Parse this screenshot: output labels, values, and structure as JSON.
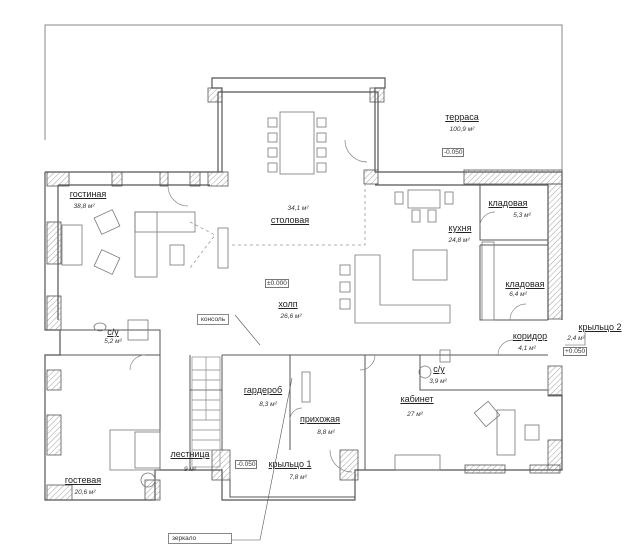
{
  "rooms": [
    {
      "name": "терраса",
      "area": "100,9 м²"
    },
    {
      "name": "гостиная",
      "area": "38,8 м²"
    },
    {
      "name": "столовая",
      "area": "34,1 м²"
    },
    {
      "name": "кухня",
      "area": "24,8 м²"
    },
    {
      "name": "кладовая",
      "area": "5,3 м²"
    },
    {
      "name": "кладовая",
      "area": "6,4 м²"
    },
    {
      "name": "холп",
      "area": "26,6 м²"
    },
    {
      "name": "с/у",
      "area": "5,2 м²"
    },
    {
      "name": "крыльцо 2",
      "area": "2,4 м²"
    },
    {
      "name": "коридор",
      "area": "4,1 м²"
    },
    {
      "name": "с/у",
      "area": "3,9 м²"
    },
    {
      "name": "гардероб",
      "area": "8,3 м²"
    },
    {
      "name": "кабинет",
      "area": "27 м²"
    },
    {
      "name": "прихожая",
      "area": "8,8 м²"
    },
    {
      "name": "лестница",
      "area": "9 м²"
    },
    {
      "name": "крыльцо 1",
      "area": "7,8 м²"
    },
    {
      "name": "гостевая",
      "area": "20,6 м²"
    }
  ],
  "levels": {
    "terrace": "-0.050",
    "hall": "±0.000",
    "porch2": "+0.050",
    "porch1": "-0.050"
  },
  "notes": {
    "console": "консоль",
    "mirror": "зеркало"
  }
}
